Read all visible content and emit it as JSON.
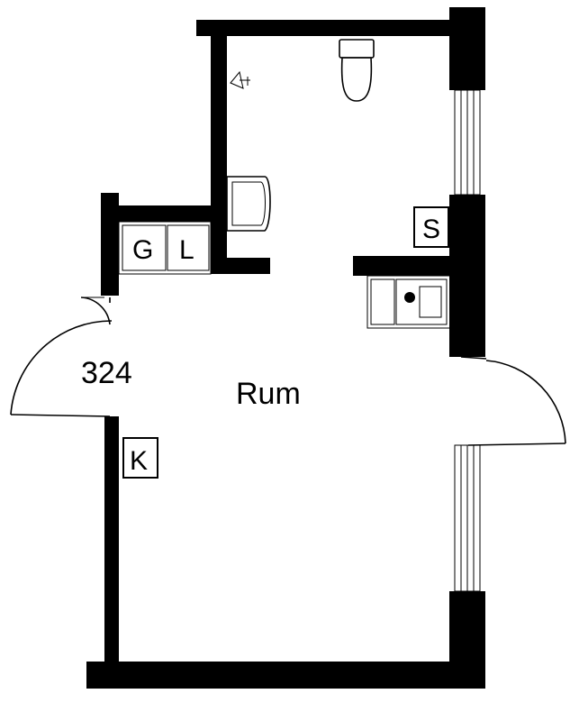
{
  "room": {
    "number": "324",
    "name": "Rum"
  },
  "labels": {
    "g": "G",
    "l": "L",
    "s": "S",
    "k": "K"
  },
  "colors": {
    "wall": "#000000",
    "background": "#ffffff"
  },
  "icons": {
    "toilet": "toilet-icon",
    "sink": "sink-icon",
    "washbasin": "washbasin-icon",
    "shower_head": "shower-icon"
  }
}
